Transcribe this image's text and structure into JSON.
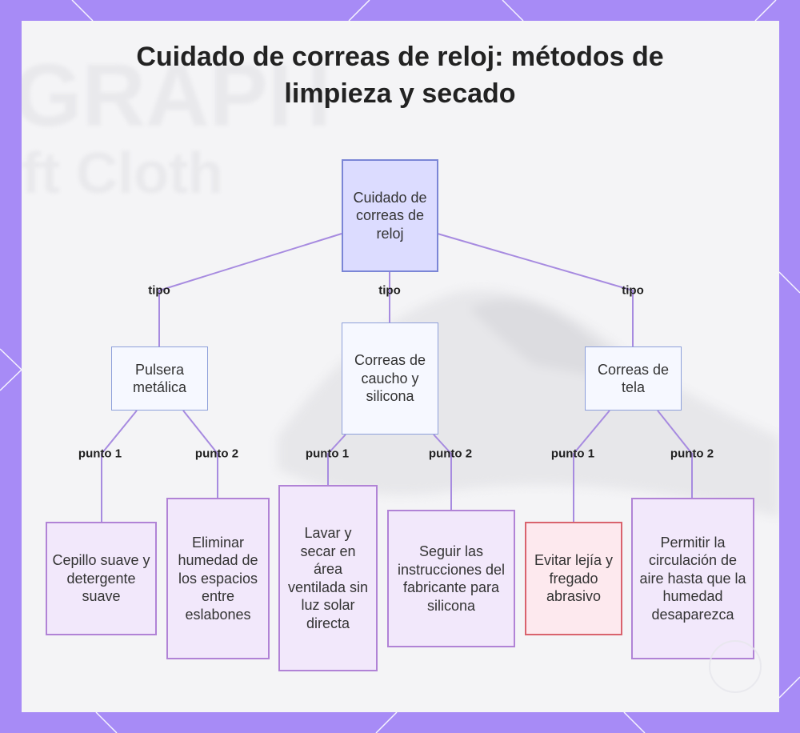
{
  "title": "Cuidado de correas de reloj: métodos de limpieza y secado",
  "background_text": [
    "GRAPH",
    "ft Cloth"
  ],
  "colors": {
    "frame": "#a78bf6",
    "panel": "#f4f4f6",
    "edge": "#a78be0",
    "root_fill": "#dcdcff",
    "root_border": "#7b86d6",
    "category_fill": "#f6f8ff",
    "category_border": "#8ea0da",
    "leaf_fill": "#f2e8fb",
    "leaf_border": "#b183d6",
    "warning_fill": "#fde9ee",
    "warning_border": "#d9636d"
  },
  "nodes": {
    "root": "Cuidado de correas de reloj",
    "metal": "Pulsera metálica",
    "rubber": "Correas de caucho y silicona",
    "fabric": "Correas de tela",
    "metal_1": "Cepillo suave y detergente suave",
    "metal_2": "Eliminar humedad de los espacios entre eslabones",
    "rubber_1": "Lavar y secar en área ventilada sin luz solar directa",
    "rubber_2": "Seguir las instrucciones del fabricante para silicona",
    "fabric_1": "Evitar lejía y fregado abrasivo",
    "fabric_2": "Permitir la circulación de aire hasta que la humedad desaparezca"
  },
  "edge_labels": {
    "type": "tipo",
    "point_1": "punto 1",
    "point_2": "punto 2"
  }
}
